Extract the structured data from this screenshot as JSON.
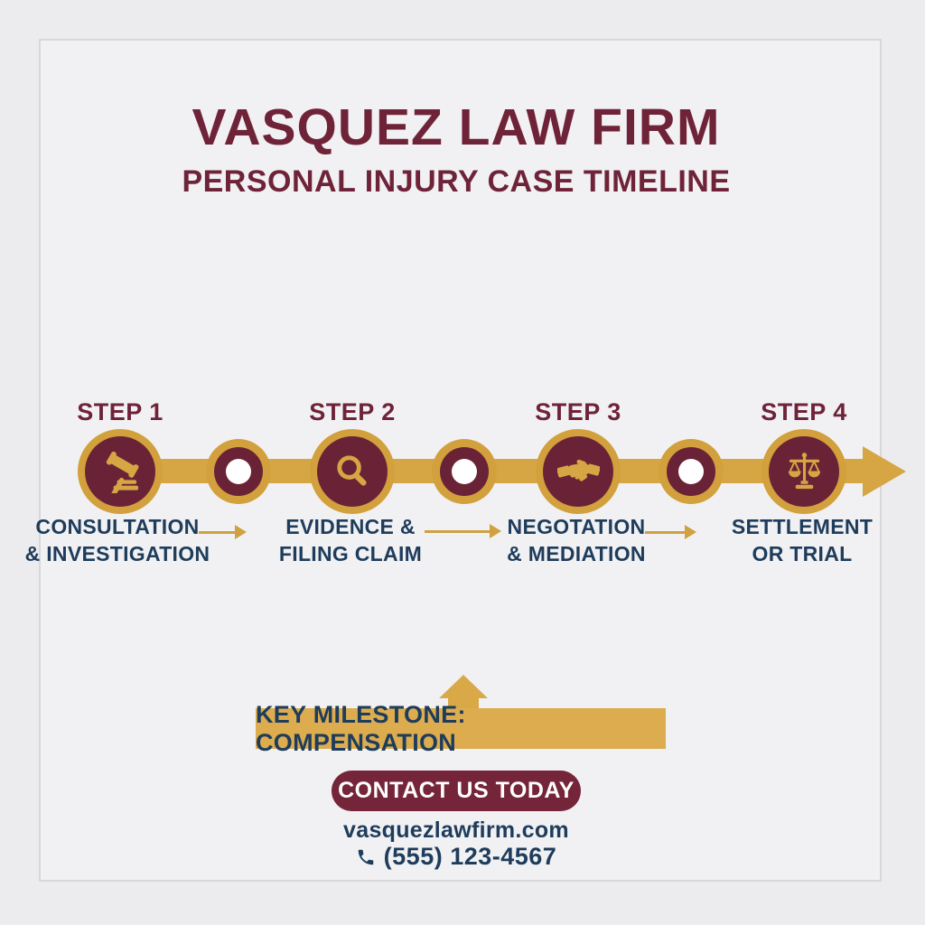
{
  "colors": {
    "maroon": "#6F2338",
    "circle_maroon": "#6A2336",
    "gold": "#D7A644",
    "banner_gold": "#DCAC4F",
    "navy": "#1E3C5B",
    "background": "#F1F1F3",
    "button_text": "#FFFFFF"
  },
  "header": {
    "title": "VASQUEZ LAW FIRM",
    "subtitle": "PERSONAL INJURY CASE TIMELINE"
  },
  "timeline": {
    "steps": [
      {
        "step_label": "STEP 1",
        "icon": "gavel-icon",
        "line1": "CONSULTATION",
        "line2": "& INVESTIGATION"
      },
      {
        "step_label": "STEP 2",
        "icon": "magnifier-icon",
        "line1": "EVIDENCE &",
        "line2": "FILING CLAIM"
      },
      {
        "step_label": "STEP 3",
        "icon": "handshake-icon",
        "line1": "NEGOTATION",
        "line2": "& MEDIATION"
      },
      {
        "step_label": "STEP 4",
        "icon": "scales-icon",
        "line1": "SETTLEMENT",
        "line2": "OR TRIAL"
      }
    ]
  },
  "milestone": {
    "label": "KEY MILESTONE: COMPENSATION"
  },
  "contact": {
    "button_label": "CONTACT US TODAY",
    "website": "vasquezlawfirm.com",
    "phone": "(555) 123-4567"
  }
}
